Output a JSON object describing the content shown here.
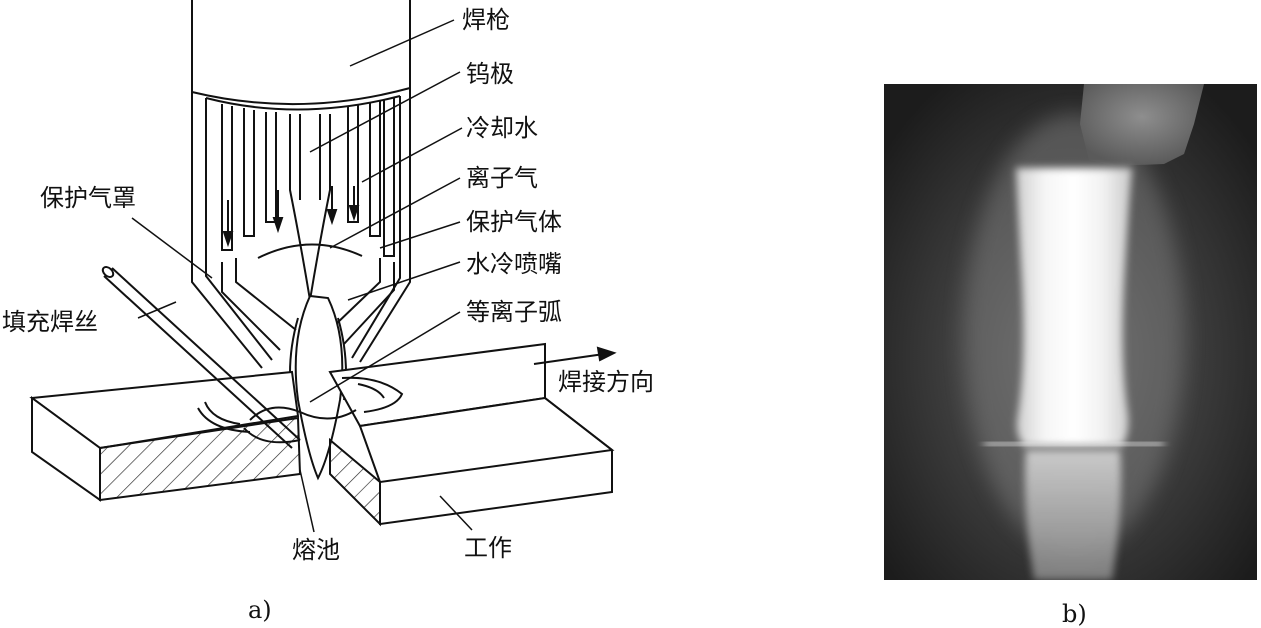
{
  "figure_a": {
    "caption": "a)",
    "labels": {
      "torch": "焊枪",
      "tungsten_electrode": "钨极",
      "cooling_water": "冷却水",
      "plasma_gas": "离子气",
      "shield_cup": "保护气罩",
      "shielding_gas": "保护气体",
      "filler_wire": "填充焊丝",
      "water_cooled_nozzle": "水冷喷嘴",
      "plasma_arc": "等离子弧",
      "welding_direction": "焊接方向",
      "weld_pool": "熔池",
      "workpiece": "工作"
    }
  },
  "figure_b": {
    "caption": "b)"
  }
}
